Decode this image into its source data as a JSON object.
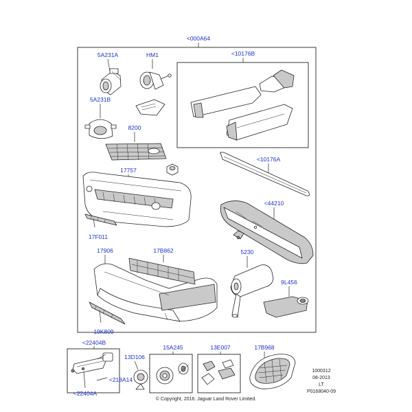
{
  "diagram": {
    "assembly_label": "<000A64",
    "labels": {
      "p5A231A": "5A231A",
      "pHM1": "HM1",
      "p10176B": "<10176B",
      "p5A231B": "5A231B",
      "p8200": "8200",
      "p10176A": "<10176A",
      "p17757": "17757",
      "p44210": "<44210",
      "p17F011": "17F011",
      "p17906": "17906",
      "p17B862": "17B862",
      "p5230": "5230",
      "p9L456": "9L456",
      "p19K809": "19K809",
      "p22404B": "<22404B",
      "p13D106": "13D106",
      "p15A245": "15A245",
      "p13E007": "13E007",
      "p17B968": "17B968",
      "p218A14": "<218A14",
      "p22404A": "<22404A"
    }
  },
  "info_block": {
    "line1": "1000312",
    "line2": "08-2013",
    "line3": "LT",
    "line4": "P0168040-09"
  },
  "copyright": "© Copyright, 2016. Jaguar Land Rover Limited."
}
